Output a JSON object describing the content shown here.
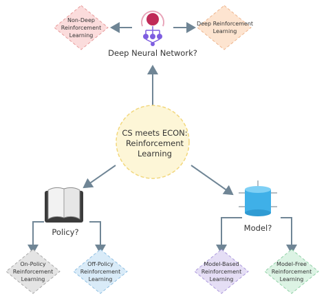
{
  "center": {
    "line1": "CS meets ECON:",
    "line2": "Reinforcement",
    "line3": "Learning"
  },
  "top": {
    "question": "Deep Neural Network?",
    "left": {
      "line1": "Non-Deep",
      "line2": "Reinforcement",
      "line3": "Learning"
    },
    "right": {
      "line1": "Deep Reinforcement",
      "line2": "Learning"
    }
  },
  "policy": {
    "question": "Policy?",
    "left": {
      "line1": "On-Policy",
      "line2": "Reinforcement",
      "line3": "Learning"
    },
    "right": {
      "line1": "Off-Policy",
      "line2": "Reinforcement",
      "line3": "Learning"
    }
  },
  "model": {
    "question": "Model?",
    "left": {
      "line1": "Model-Based",
      "line2": "Reinforcement",
      "line3": "Learning"
    },
    "right": {
      "line1": "Model-Free",
      "line2": "Reinforcement",
      "line3": "Learning"
    }
  },
  "icons": [
    "network-icon",
    "book-icon",
    "database-icon"
  ],
  "colors": {
    "center_fill": "#fdf6d7",
    "center_stroke": "#f2d77c",
    "arrow": "#6f8595",
    "non_deep": "#fbdcdc",
    "deep": "#fde4d0",
    "on_policy": "#e4e4e4",
    "off_policy": "#d9ebf8",
    "model_based": "#e5def5",
    "model_free": "#dcf3e4",
    "network_accent": "#c02a58",
    "network_nodes": "#7e5ee0",
    "database": "#3fb0e8"
  }
}
